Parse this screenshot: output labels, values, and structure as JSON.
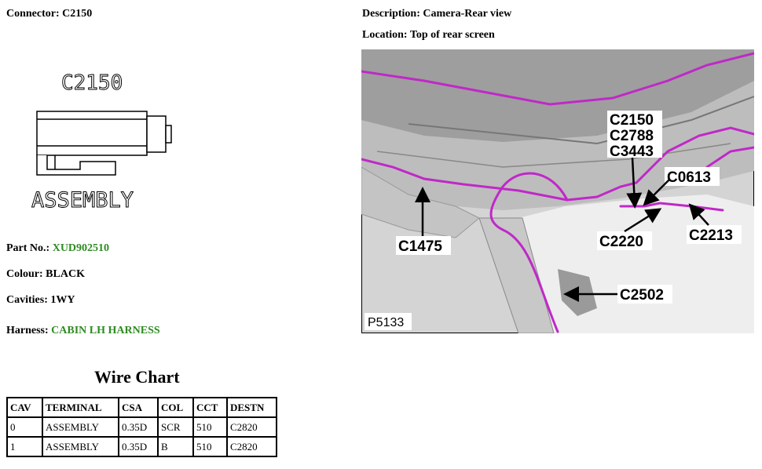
{
  "connector": {
    "label": "Connector:",
    "value": "C2150"
  },
  "description": {
    "label": "Description:",
    "value": "Camera-Rear view"
  },
  "location": {
    "label": "Location:",
    "value": "Top of rear screen"
  },
  "drawing": {
    "title": "C2150",
    "caption": "ASSEMBLY"
  },
  "part_no": {
    "label": "Part No.:",
    "value": "XUD902510"
  },
  "colour": {
    "label": "Colour:",
    "value": "BLACK"
  },
  "cavities": {
    "label": "Cavities:",
    "value": "1WY"
  },
  "harness": {
    "label": "Harness:",
    "value": "CABIN LH HARNESS"
  },
  "photo": {
    "id": "P5133",
    "callouts": {
      "c2150": "C2150",
      "c2788": "C2788",
      "c3443": "C3443",
      "c0613": "C0613",
      "c1475": "C1475",
      "c2220": "C2220",
      "c2213": "C2213",
      "c2502": "C2502"
    }
  },
  "wire_chart": {
    "title": "Wire Chart",
    "headers": [
      "CAV",
      "TERMINAL",
      "CSA",
      "COL",
      "CCT",
      "DESTN"
    ],
    "rows": [
      [
        "0",
        "ASSEMBLY",
        "0.35D",
        "SCR",
        "510",
        "C2820"
      ],
      [
        "1",
        "ASSEMBLY",
        "0.35D",
        "B",
        "510",
        "C2820"
      ]
    ]
  },
  "colors": {
    "link_green": "#2e8b22",
    "harness_magenta": "#c028c8"
  }
}
